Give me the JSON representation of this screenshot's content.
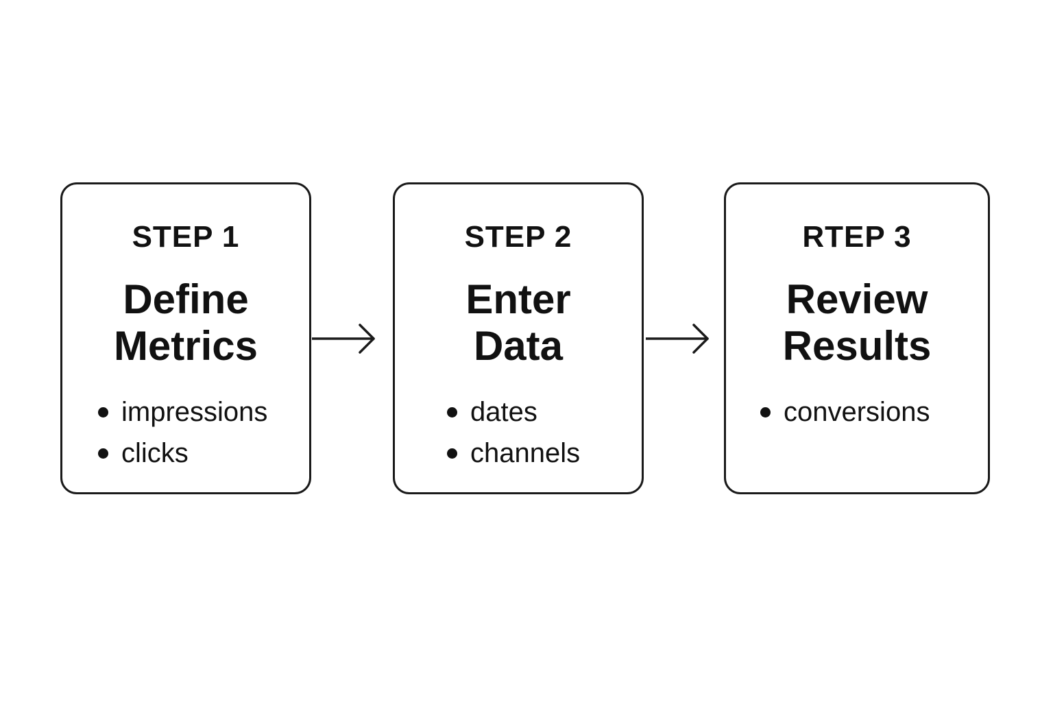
{
  "steps": [
    {
      "label": "STEP 1",
      "title_lines": [
        "Define",
        "Metrics"
      ],
      "bullets": [
        "impressions",
        "clicks"
      ]
    },
    {
      "label": "STEP 2",
      "title_lines": [
        "Enter",
        "Data"
      ],
      "bullets": [
        "dates",
        "channels"
      ]
    },
    {
      "label": "RTEP 3",
      "title_lines": [
        "Review",
        "Results"
      ],
      "bullets": [
        "conversions"
      ]
    }
  ]
}
